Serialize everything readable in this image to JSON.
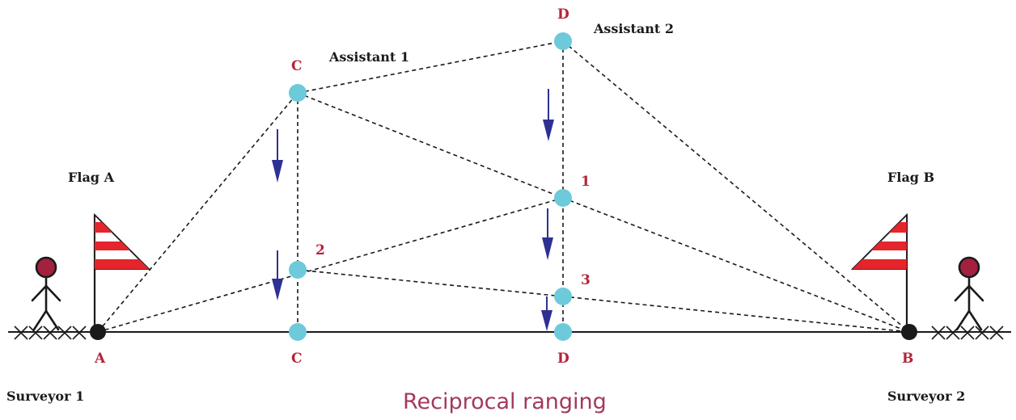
{
  "caption": "Reciprocal ranging",
  "labels": {
    "flag_a": "Flag A",
    "flag_b": "Flag B",
    "assistant_1": "Assistant 1",
    "assistant_2": "Assistant 2",
    "surveyor_1": "Surveyor 1",
    "surveyor_2": "Surveyor 2"
  },
  "points": {
    "a_ground": "A",
    "b_ground": "B",
    "c_top": "C",
    "c_ground": "C",
    "d_top": "D",
    "d_ground": "D",
    "step_1": "1",
    "step_2": "2",
    "step_3": "3"
  },
  "colors": {
    "point_fill": "#6ccadb",
    "label_red": "#b3243b",
    "arrow_blue": "#2e3192",
    "flag_red": "#e5242b",
    "head_fill": "#a3203e",
    "caption": "#a33a5a"
  }
}
